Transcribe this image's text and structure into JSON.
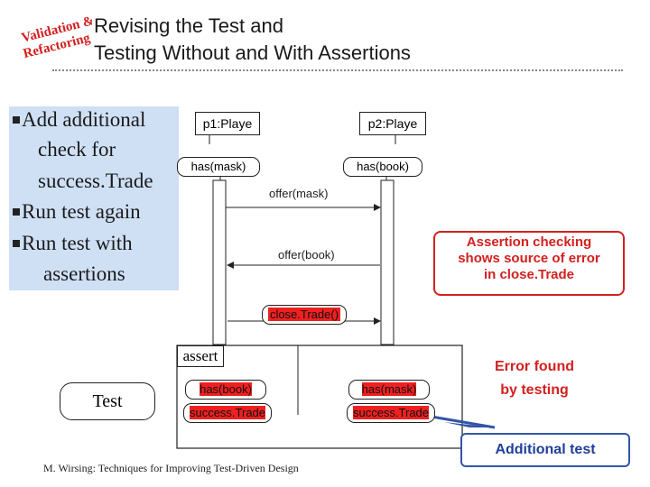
{
  "logo": {
    "lines": [
      "Validation &",
      "Refactoring"
    ],
    "color": "#d42020"
  },
  "title": {
    "line1": "Revising the Test and",
    "line2": "Testing Without and With Assertions"
  },
  "bullets": [
    {
      "marker": true,
      "text": "Add additional"
    },
    {
      "marker": false,
      "text": "check for"
    },
    {
      "marker": false,
      "text": "success.Trade"
    },
    {
      "marker": true,
      "text": "Run test again"
    },
    {
      "marker": true,
      "text": "Run test with"
    },
    {
      "marker": false,
      "text": "assertions"
    }
  ],
  "diagram": {
    "objects": [
      "p1:Playe",
      "p2:Playe"
    ],
    "messages": {
      "has_mask": "has(mask)",
      "has_book": "has(book)",
      "offer_mask": "offer(mask)",
      "offer_book": "offer(book)",
      "close_trade": "close.Trade()"
    },
    "assert_frame": {
      "label": "assert",
      "test_label": "Test",
      "left_has": "has(book)",
      "left_success": "success.Trade",
      "right_has": "has(mask)",
      "right_success": "success.Trade"
    }
  },
  "callouts": {
    "assertion": [
      "Assertion checking",
      "shows source of error",
      "in close.Trade"
    ],
    "error_found": [
      "Error found",
      "by testing"
    ],
    "additional_test": "Additional test"
  },
  "footer": "M. Wirsing: Techniques for Improving Test-Driven Design",
  "colors": {
    "red": "#d42020",
    "blue": "#3355a8",
    "highlight": "#ef2020",
    "panel": "#cfe0f5"
  }
}
